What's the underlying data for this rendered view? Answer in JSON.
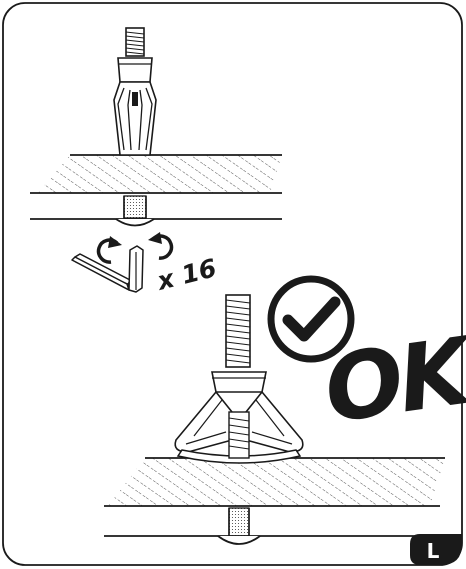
{
  "instructions": {
    "repeat_count": "x 16",
    "status_text": "OK",
    "page_badge": "L"
  },
  "colors": {
    "ink": "#1a1a1a",
    "hatch": "#2a2a2a",
    "paper": "#ffffff",
    "badge_bg": "#1a1a1a",
    "badge_text": "#ffffff"
  },
  "icons": {
    "allen_key": "hex-key-icon",
    "rotate_left": "rotate-ccw-arrow-icon",
    "rotate_right": "rotate-cw-arrow-icon",
    "check": "check-circle-icon"
  }
}
